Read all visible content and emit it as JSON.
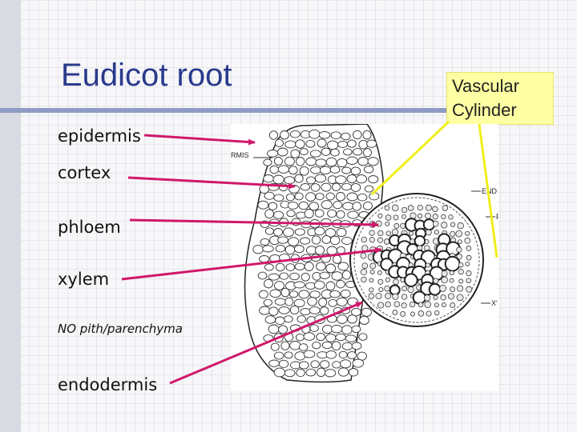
{
  "slide": {
    "title": "Eudicot root",
    "callout": {
      "line1": "Vascular",
      "line2": "Cylinder"
    }
  },
  "labels": {
    "epidermis": "epidermis",
    "cortex": "cortex",
    "phloem": "phloem",
    "xylem": "xylem",
    "pith": "NO pith/parenchyma",
    "endodermis": "endodermis"
  },
  "figure": {
    "label_rmis": "RMIS",
    "label_end": "END",
    "label_p": "P",
    "label_x": "X'"
  },
  "colors": {
    "title": "#2a3a8c",
    "arrow": "#d0186a",
    "callout_bg": "#ffffa3",
    "callout_line": "#f0ee1a",
    "rule": "#8e9bc4"
  }
}
